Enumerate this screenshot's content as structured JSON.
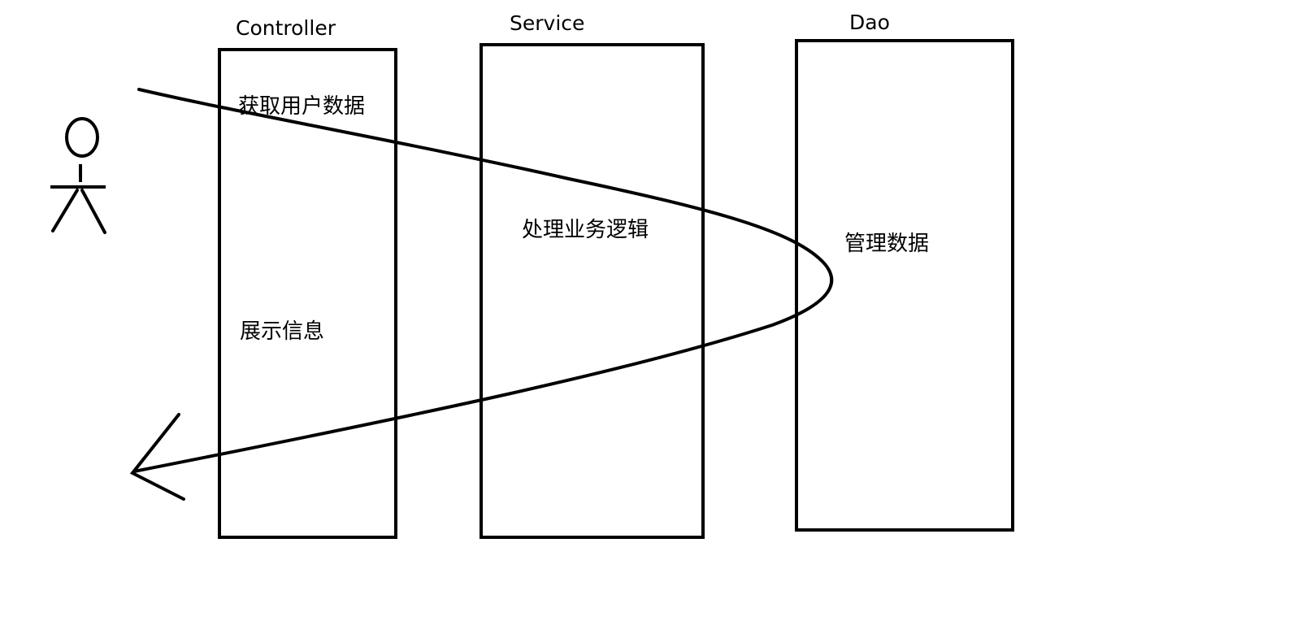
{
  "layers": {
    "controller": {
      "title": "Controller",
      "notes": [
        "获取用户数据",
        "展示信息"
      ]
    },
    "service": {
      "title": "Service",
      "notes": [
        "处理业务逻辑"
      ]
    },
    "dao": {
      "title": "Dao",
      "notes": [
        "管理数据"
      ]
    }
  },
  "actor": {
    "icon": "user-stick-figure-icon"
  },
  "flow": {
    "icon": "curved-return-arrow-icon"
  },
  "colors": {
    "stroke": "#000000",
    "background": "#ffffff"
  }
}
